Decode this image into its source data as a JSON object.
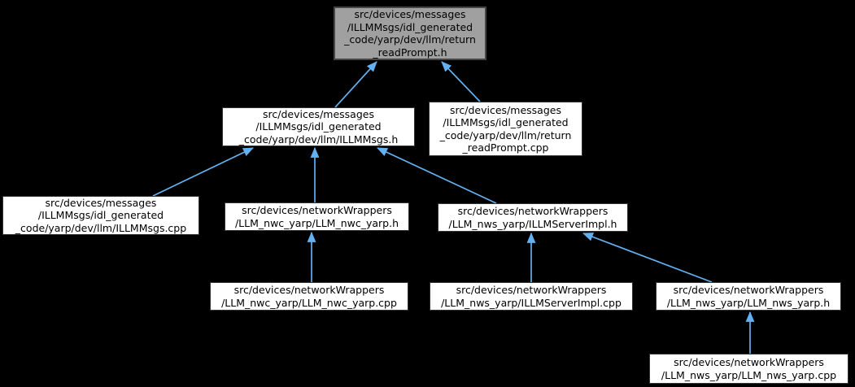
{
  "diagram": {
    "type": "include-dependency-graph",
    "background_color": "#000000",
    "edge_color": "#63b1f0",
    "highlight_node_fill": "#a0a0a0",
    "node_fill": "#ffffff",
    "nodes": [
      {
        "id": "return_readPrompt.h",
        "label": "src/devices/messages\n/ILLMMsgs/idl_generated\n_code/yarp/dev/llm/return\n_readPrompt.h",
        "highlighted": true
      },
      {
        "id": "ILLMMsgs.h",
        "label": "src/devices/messages\n/ILLMMsgs/idl_generated\n_code/yarp/dev/llm/ILLMMsgs.h",
        "highlighted": false
      },
      {
        "id": "return_readPrompt.cpp",
        "label": "src/devices/messages\n/ILLMMsgs/idl_generated\n_code/yarp/dev/llm/return\n_readPrompt.cpp",
        "highlighted": false
      },
      {
        "id": "ILLMMsgs.cpp",
        "label": "src/devices/messages\n/ILLMMsgs/idl_generated\n_code/yarp/dev/llm/ILLMMsgs.cpp",
        "highlighted": false
      },
      {
        "id": "LLM_nwc_yarp.h",
        "label": "src/devices/networkWrappers\n/LLM_nwc_yarp/LLM_nwc_yarp.h",
        "highlighted": false
      },
      {
        "id": "ILLMServerImpl.h",
        "label": "src/devices/networkWrappers\n/LLM_nws_yarp/ILLMServerImpl.h",
        "highlighted": false
      },
      {
        "id": "LLM_nwc_yarp.cpp",
        "label": "src/devices/networkWrappers\n/LLM_nwc_yarp/LLM_nwc_yarp.cpp",
        "highlighted": false
      },
      {
        "id": "ILLMServerImpl.cpp",
        "label": "src/devices/networkWrappers\n/LLM_nws_yarp/ILLMServerImpl.cpp",
        "highlighted": false
      },
      {
        "id": "LLM_nws_yarp.h",
        "label": "src/devices/networkWrappers\n/LLM_nws_yarp/LLM_nws_yarp.h",
        "highlighted": false
      },
      {
        "id": "LLM_nws_yarp.cpp",
        "label": "src/devices/networkWrappers\n/LLM_nws_yarp/LLM_nws_yarp.cpp",
        "highlighted": false
      }
    ],
    "edges": [
      {
        "from": "ILLMMsgs.h",
        "to": "return_readPrompt.h"
      },
      {
        "from": "return_readPrompt.cpp",
        "to": "return_readPrompt.h"
      },
      {
        "from": "ILLMMsgs.cpp",
        "to": "ILLMMsgs.h"
      },
      {
        "from": "LLM_nwc_yarp.h",
        "to": "ILLMMsgs.h"
      },
      {
        "from": "ILLMServerImpl.h",
        "to": "ILLMMsgs.h"
      },
      {
        "from": "LLM_nwc_yarp.cpp",
        "to": "LLM_nwc_yarp.h"
      },
      {
        "from": "ILLMServerImpl.cpp",
        "to": "ILLMServerImpl.h"
      },
      {
        "from": "LLM_nws_yarp.h",
        "to": "ILLMServerImpl.h"
      },
      {
        "from": "LLM_nws_yarp.cpp",
        "to": "LLM_nws_yarp.h"
      }
    ]
  }
}
